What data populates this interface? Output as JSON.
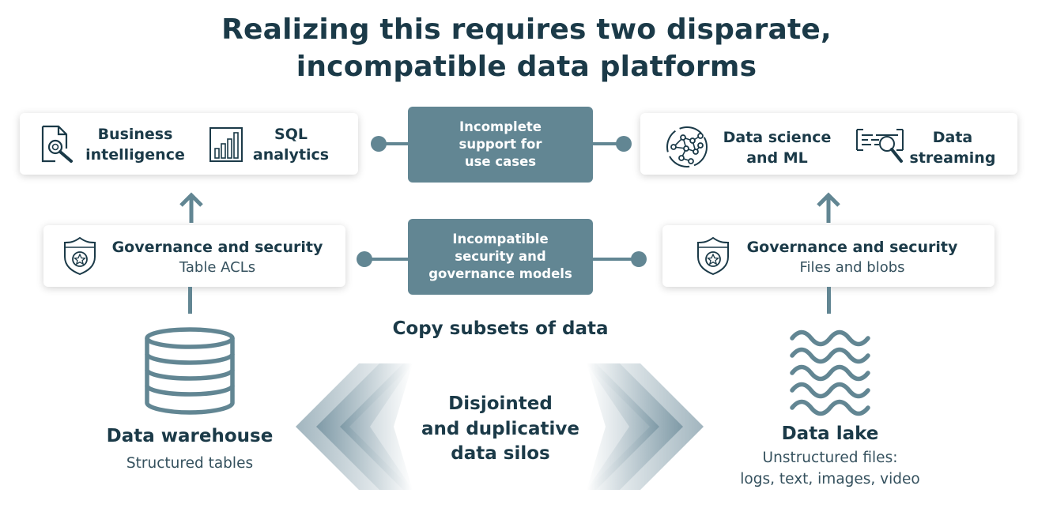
{
  "title": {
    "line1": "Realizing this requires two disparate,",
    "line2": "incompatible data platforms"
  },
  "top_left_card": {
    "item1": {
      "icon": "magnifier-document-icon",
      "line1": "Business",
      "line2": "intelligence"
    },
    "item2": {
      "icon": "bar-chart-icon",
      "line1": "SQL",
      "line2": "analytics"
    }
  },
  "top_right_card": {
    "item1": {
      "icon": "network-globe-icon",
      "line1": "Data science",
      "line2": "and ML"
    },
    "item2": {
      "icon": "streaming-icon",
      "line1": "Data",
      "line2": "streaming"
    }
  },
  "center_box_top": {
    "line1": "Incomplete",
    "line2": "support for",
    "line3": "use cases"
  },
  "center_box_mid": {
    "line1": "Incompatible",
    "line2": "security and",
    "line3": "governance models"
  },
  "gov_left": {
    "icon": "shield-badge-icon",
    "title": "Governance and security",
    "subtitle": "Table ACLs"
  },
  "gov_right": {
    "icon": "shield-badge-icon",
    "title": "Governance and security",
    "subtitle": "Files and blobs"
  },
  "copy_text": "Copy subsets of data",
  "warehouse": {
    "icon": "database-icon",
    "title": "Data warehouse",
    "subtitle": "Structured tables"
  },
  "lake": {
    "icon": "waves-icon",
    "title": "Data lake",
    "subtitle1": "Unstructured files:",
    "subtitle2": "logs, text, images, video"
  },
  "silos": {
    "line1": "Disjointed",
    "line2": "and duplicative",
    "line3": "data silos"
  },
  "colors": {
    "accent": "#628693",
    "text": "#1b3a48",
    "chevron": "#6e8f9c"
  }
}
